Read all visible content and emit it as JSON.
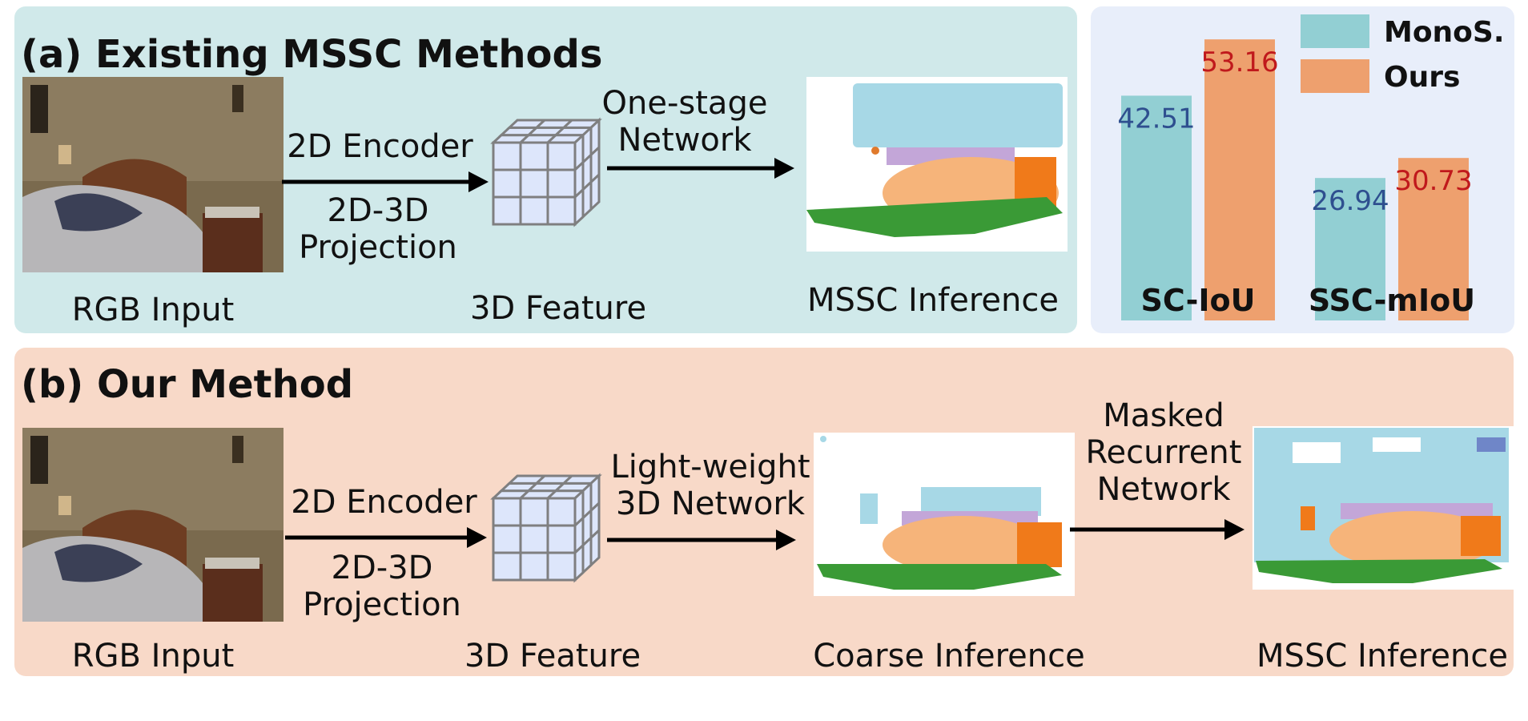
{
  "panel_a": {
    "title": "(a) Existing MSSC Methods",
    "rgb_label": "RGB Input",
    "encoder_label": "2D Encoder",
    "projection_label": "2D-3D Projection",
    "feature_label": "3D Feature",
    "network_label": "One-stage Network",
    "inference_label": "MSSC Inference"
  },
  "panel_b": {
    "title": "(b) Our Method",
    "rgb_label": "RGB Input",
    "encoder_label": "2D Encoder",
    "projection_label": "2D-3D Projection",
    "feature_label": "3D Feature",
    "network_label": "Light-weight 3D Network",
    "coarse_label": "Coarse Inference",
    "recurrent_label": "Masked Recurrent Network",
    "inference_label": "MSSC Inference"
  },
  "colors": {
    "panel_a_bg": "#d0e9ea",
    "panel_b_bg": "#f8d9c8",
    "chart_bg": "#e8eefa",
    "monos_bar": "#92cfd3",
    "ours_bar": "#eea06e",
    "monos_value_text": "#2e4f8f",
    "ours_value_text": "#c0191c"
  },
  "chart_data": {
    "type": "bar",
    "categories": [
      "SC-IoU",
      "SSC-mIoU"
    ],
    "series": [
      {
        "name": "MonoS.",
        "values": [
          42.51,
          26.94
        ]
      },
      {
        "name": "Ours",
        "values": [
          53.16,
          30.73
        ]
      }
    ],
    "value_labels": [
      [
        "42.51",
        "26.94"
      ],
      [
        "53.16",
        "30.73"
      ]
    ],
    "legend_position": "top-right"
  }
}
